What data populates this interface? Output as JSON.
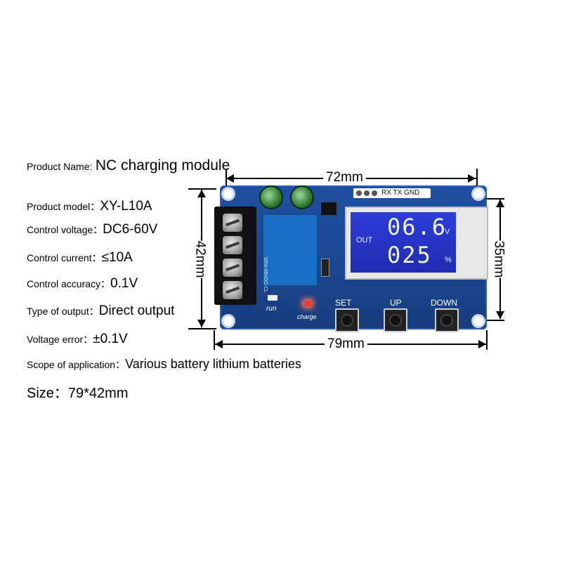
{
  "product": {
    "name_key": "Product Name:",
    "name_value": "NC charging module"
  },
  "specs": [
    {
      "key": "Product model：",
      "value": "XY-L10A"
    },
    {
      "key": "Control voltage：",
      "value": "DC6-60V"
    },
    {
      "key": "Control current：",
      "value": "≤10A"
    },
    {
      "key": "Control accuracy：",
      "value": "0.1V"
    },
    {
      "key": "Type of output：",
      "value": "Direct output"
    },
    {
      "key": "Voltage error：",
      "value": "±0.1V"
    },
    {
      "key": "Scope of application：",
      "value": "Various battery lithium batteries"
    },
    {
      "key": "Size：",
      "value": "79*42mm"
    }
  ],
  "dimensions": {
    "top": "72mm",
    "bottom": "79mm",
    "left": "42mm",
    "right": "35mm"
  },
  "board": {
    "header_label": "RX TX GND",
    "lcd_out": "OUT",
    "lcd_line1": "06.6",
    "lcd_unit1": "V",
    "lcd_line2": "025",
    "lcd_unit2": "%",
    "relay_text": "SRA-05VDC-CL",
    "led_run": "run",
    "led_charge": "charge",
    "buttons": [
      "SET",
      "UP",
      "DOWN"
    ]
  },
  "colors": {
    "board": "#1b4690",
    "lcd": "#2d3dd8",
    "led": "#ff3a2a"
  }
}
